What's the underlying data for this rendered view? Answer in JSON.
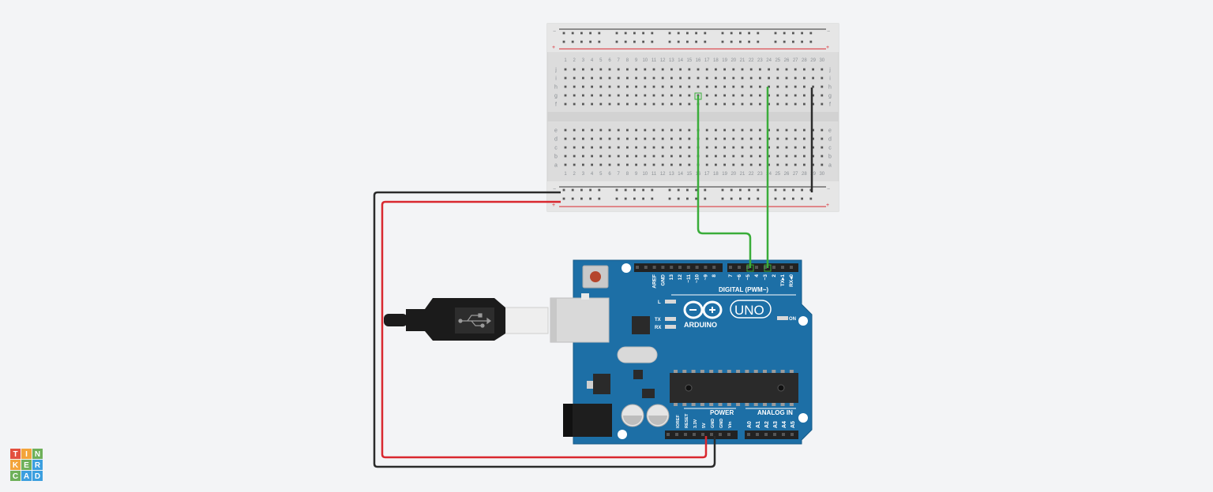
{
  "breadboard": {
    "columns": 30,
    "rows_top": [
      "j",
      "i",
      "h",
      "g",
      "f"
    ],
    "rows_bottom": [
      "e",
      "d",
      "c",
      "b",
      "a"
    ],
    "rail_minus": "−",
    "rail_plus": "+"
  },
  "arduino": {
    "brand": "ARDUINO",
    "model": "UNO",
    "digital_header": "DIGITAL (PWM~)",
    "power_header": "POWER",
    "analog_header": "ANALOG IN",
    "on_label": "ON",
    "l_label": "L",
    "tx_label": "TX",
    "rx_label": "RX",
    "digital_pins": [
      "AREF",
      "GND",
      "13",
      "12",
      "~11",
      "~10",
      "~9",
      "8",
      "7",
      "~6",
      "~5",
      "4",
      "~3",
      "2",
      "TX▸1",
      "RX◂0"
    ],
    "power_pins": [
      "IOREF",
      "RESET",
      "3.3V",
      "5V",
      "GND",
      "GND",
      "Vin"
    ],
    "analog_pins": [
      "A0",
      "A1",
      "A2",
      "A3",
      "A4",
      "A5"
    ]
  },
  "logo": {
    "letters": [
      "T",
      "I",
      "N",
      "K",
      "E",
      "R",
      "C",
      "A",
      "D"
    ],
    "colors": [
      "#e3503e",
      "#f3a43a",
      "#6eb05a",
      "#f3a43a",
      "#6eb05a",
      "#3c9fdf",
      "#6eb05a",
      "#3c9fdf",
      "#3c9fdf"
    ]
  },
  "wire_colors": {
    "red": "#d9282f",
    "black": "#2b2b2b",
    "green": "#3aad3a"
  }
}
